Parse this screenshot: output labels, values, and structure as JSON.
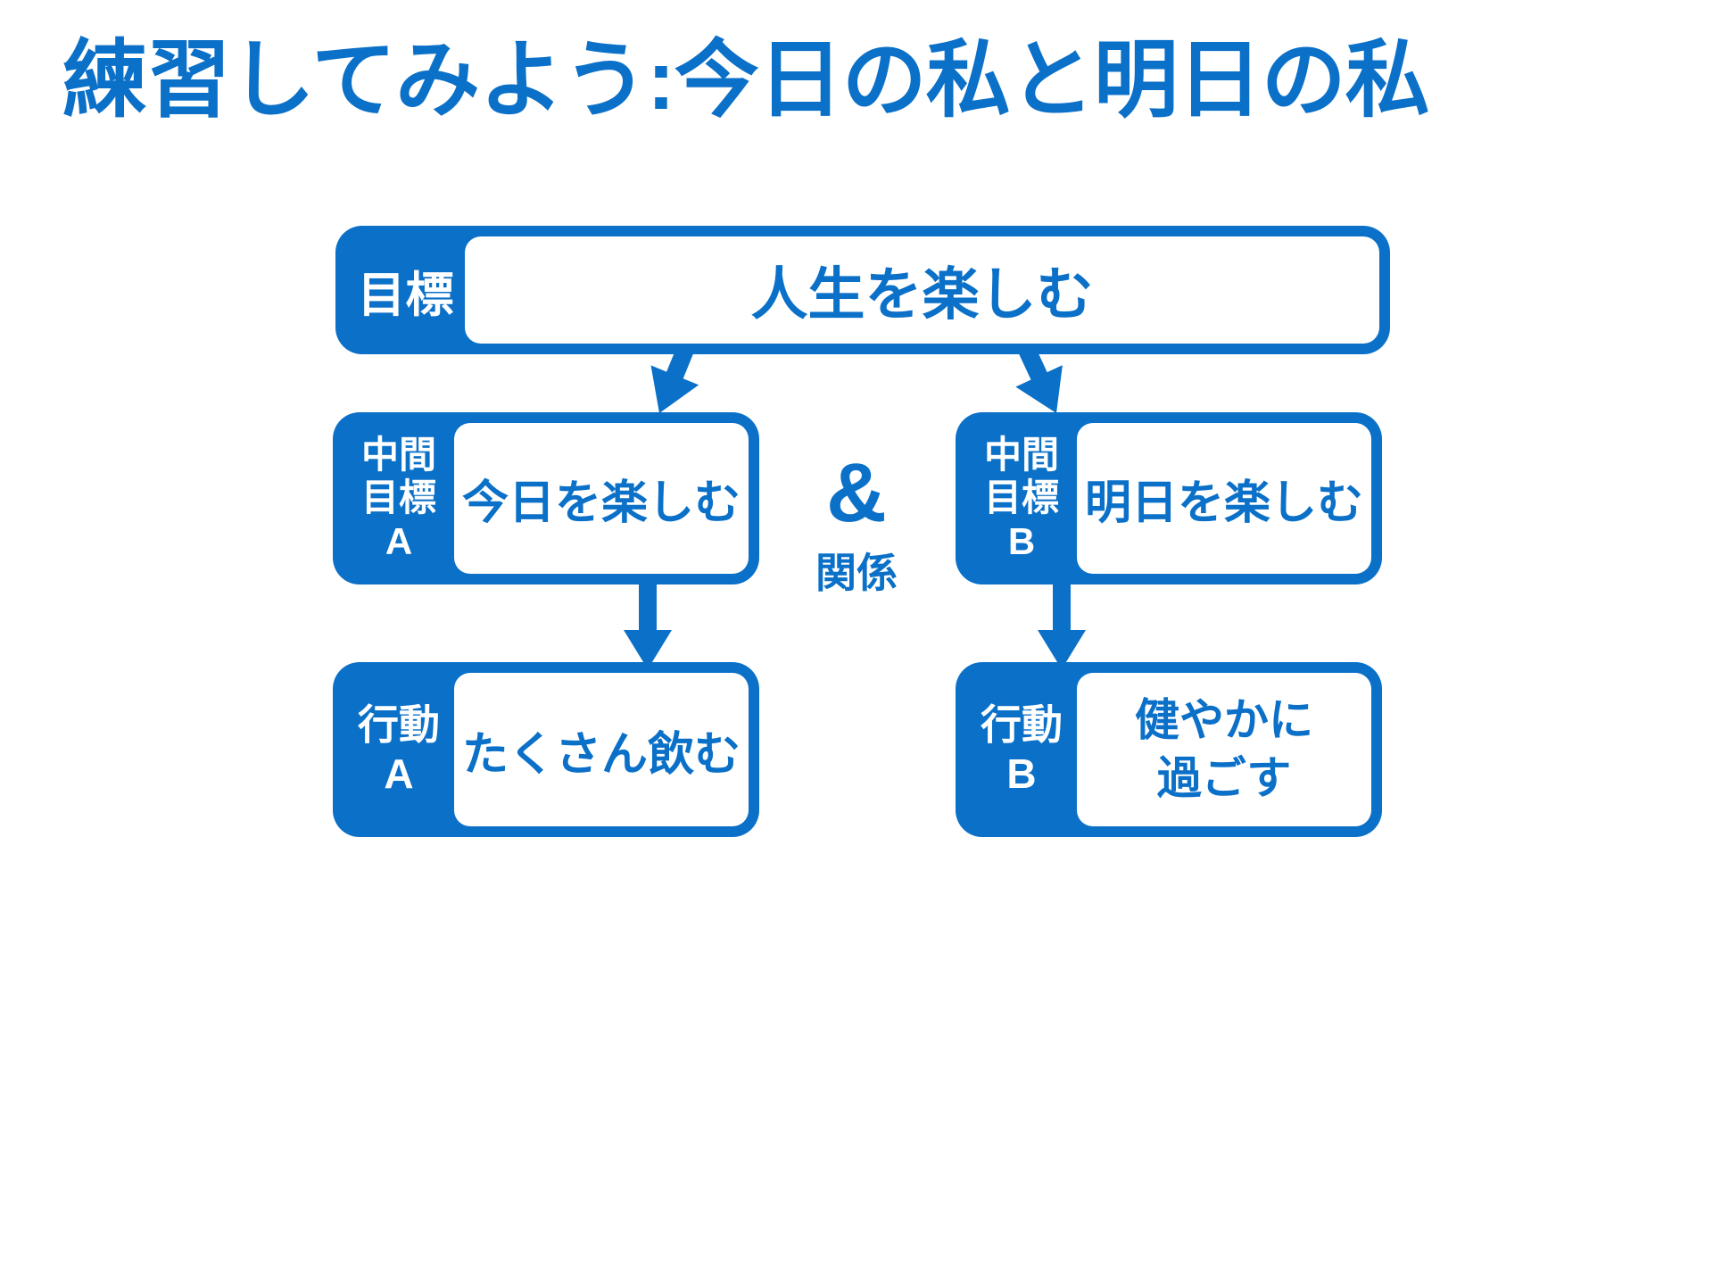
{
  "slide": {
    "title": "練習してみよう:今日の私と明日の私"
  },
  "colors": {
    "accent": "#0B70C8",
    "text_on_accent": "#FFFFFF",
    "background": "#FFFFFF"
  },
  "diagram": {
    "goal_box": {
      "label": "目標",
      "content": "人生を楽しむ"
    },
    "mid_goal_a_box": {
      "label_lines": [
        "中間",
        "目標",
        "A"
      ],
      "content": "今日を楽しむ"
    },
    "mid_goal_b_box": {
      "label_lines": [
        "中間",
        "目標",
        "B"
      ],
      "content": "明日を楽しむ"
    },
    "relation": {
      "symbol": "&",
      "label": "関係"
    },
    "action_a_box": {
      "label_lines": [
        "行動",
        "A"
      ],
      "content": "たくさん飲む"
    },
    "action_b_box": {
      "label_lines": [
        "行動",
        "B"
      ],
      "content_lines": [
        "健やかに",
        "過ごす"
      ]
    }
  }
}
